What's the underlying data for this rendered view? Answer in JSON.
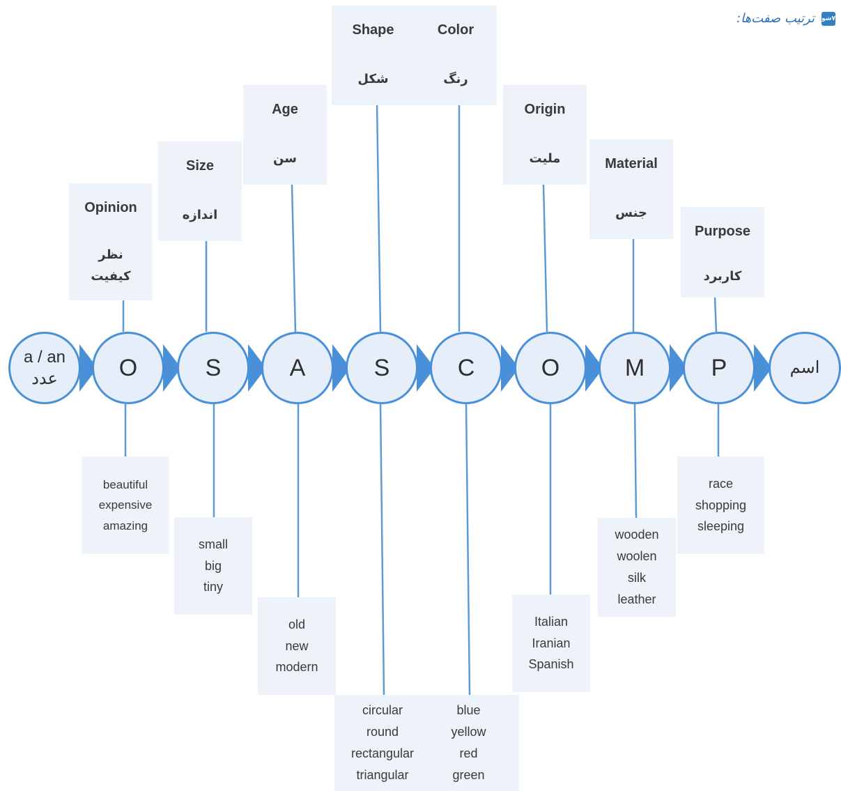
{
  "header": {
    "title": "ترتیب صفت‌ها:",
    "logo_text": "۷شو"
  },
  "start": {
    "label": "a / an\nعدد"
  },
  "end": {
    "label": "اسم"
  },
  "colors": {
    "line": "#5b9bd5",
    "circle_border": "#4a90d9",
    "circle_fill": "#e6eefa",
    "box_fill": "#eef3f9",
    "arrow": "#4a90d9"
  },
  "categories": [
    {
      "letter": "O",
      "en": "Opinion",
      "fa": "نظر\nکیفیت",
      "examples": "beautiful\nexpensive\namazing"
    },
    {
      "letter": "S",
      "en": "Size",
      "fa": "اندازه",
      "examples": "small\nbig\ntiny"
    },
    {
      "letter": "A",
      "en": "Age",
      "fa": "سن",
      "examples": "old\nnew\nmodern"
    },
    {
      "letter": "S",
      "en": "Shape",
      "fa": "شکل",
      "examples": "circular\nround\nrectangular\ntriangular"
    },
    {
      "letter": "C",
      "en": "Color",
      "fa": "رنگ",
      "examples": "blue\nyellow\nred\ngreen"
    },
    {
      "letter": "O",
      "en": "Origin",
      "fa": "ملیت",
      "examples": "Italian\nIranian\nSpanish"
    },
    {
      "letter": "M",
      "en": "Material",
      "fa": "جنس",
      "examples": "wooden\nwoolen\nsilk\nleather"
    },
    {
      "letter": "P",
      "en": "Purpose",
      "fa": "کاربرد",
      "examples": "race\nshopping\nsleeping"
    }
  ]
}
